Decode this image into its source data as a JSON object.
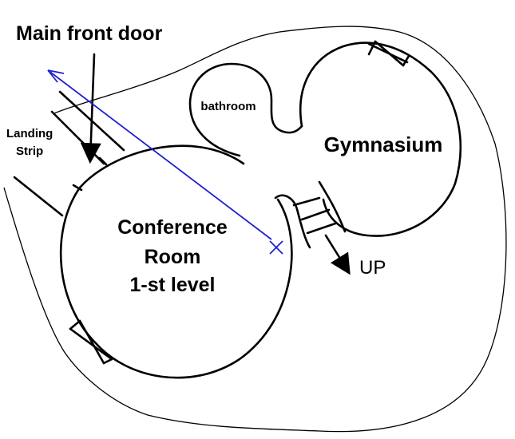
{
  "labels": {
    "main_front_door": "Main front door",
    "landing_strip_line1": "Landing",
    "landing_strip_line2": "Strip",
    "bathroom": "bathroom",
    "gymnasium": "Gymnasium",
    "conference_line1": "Conference",
    "conference_line2": "Room",
    "conference_line3": "1-st level",
    "stairs_direction": "UP"
  },
  "colors": {
    "walls": "#000000",
    "route": "#1f1fd0"
  },
  "icons": {
    "start_marker": "x-mark-icon",
    "stairs": "stairs-icon",
    "doors": "door-icon"
  }
}
